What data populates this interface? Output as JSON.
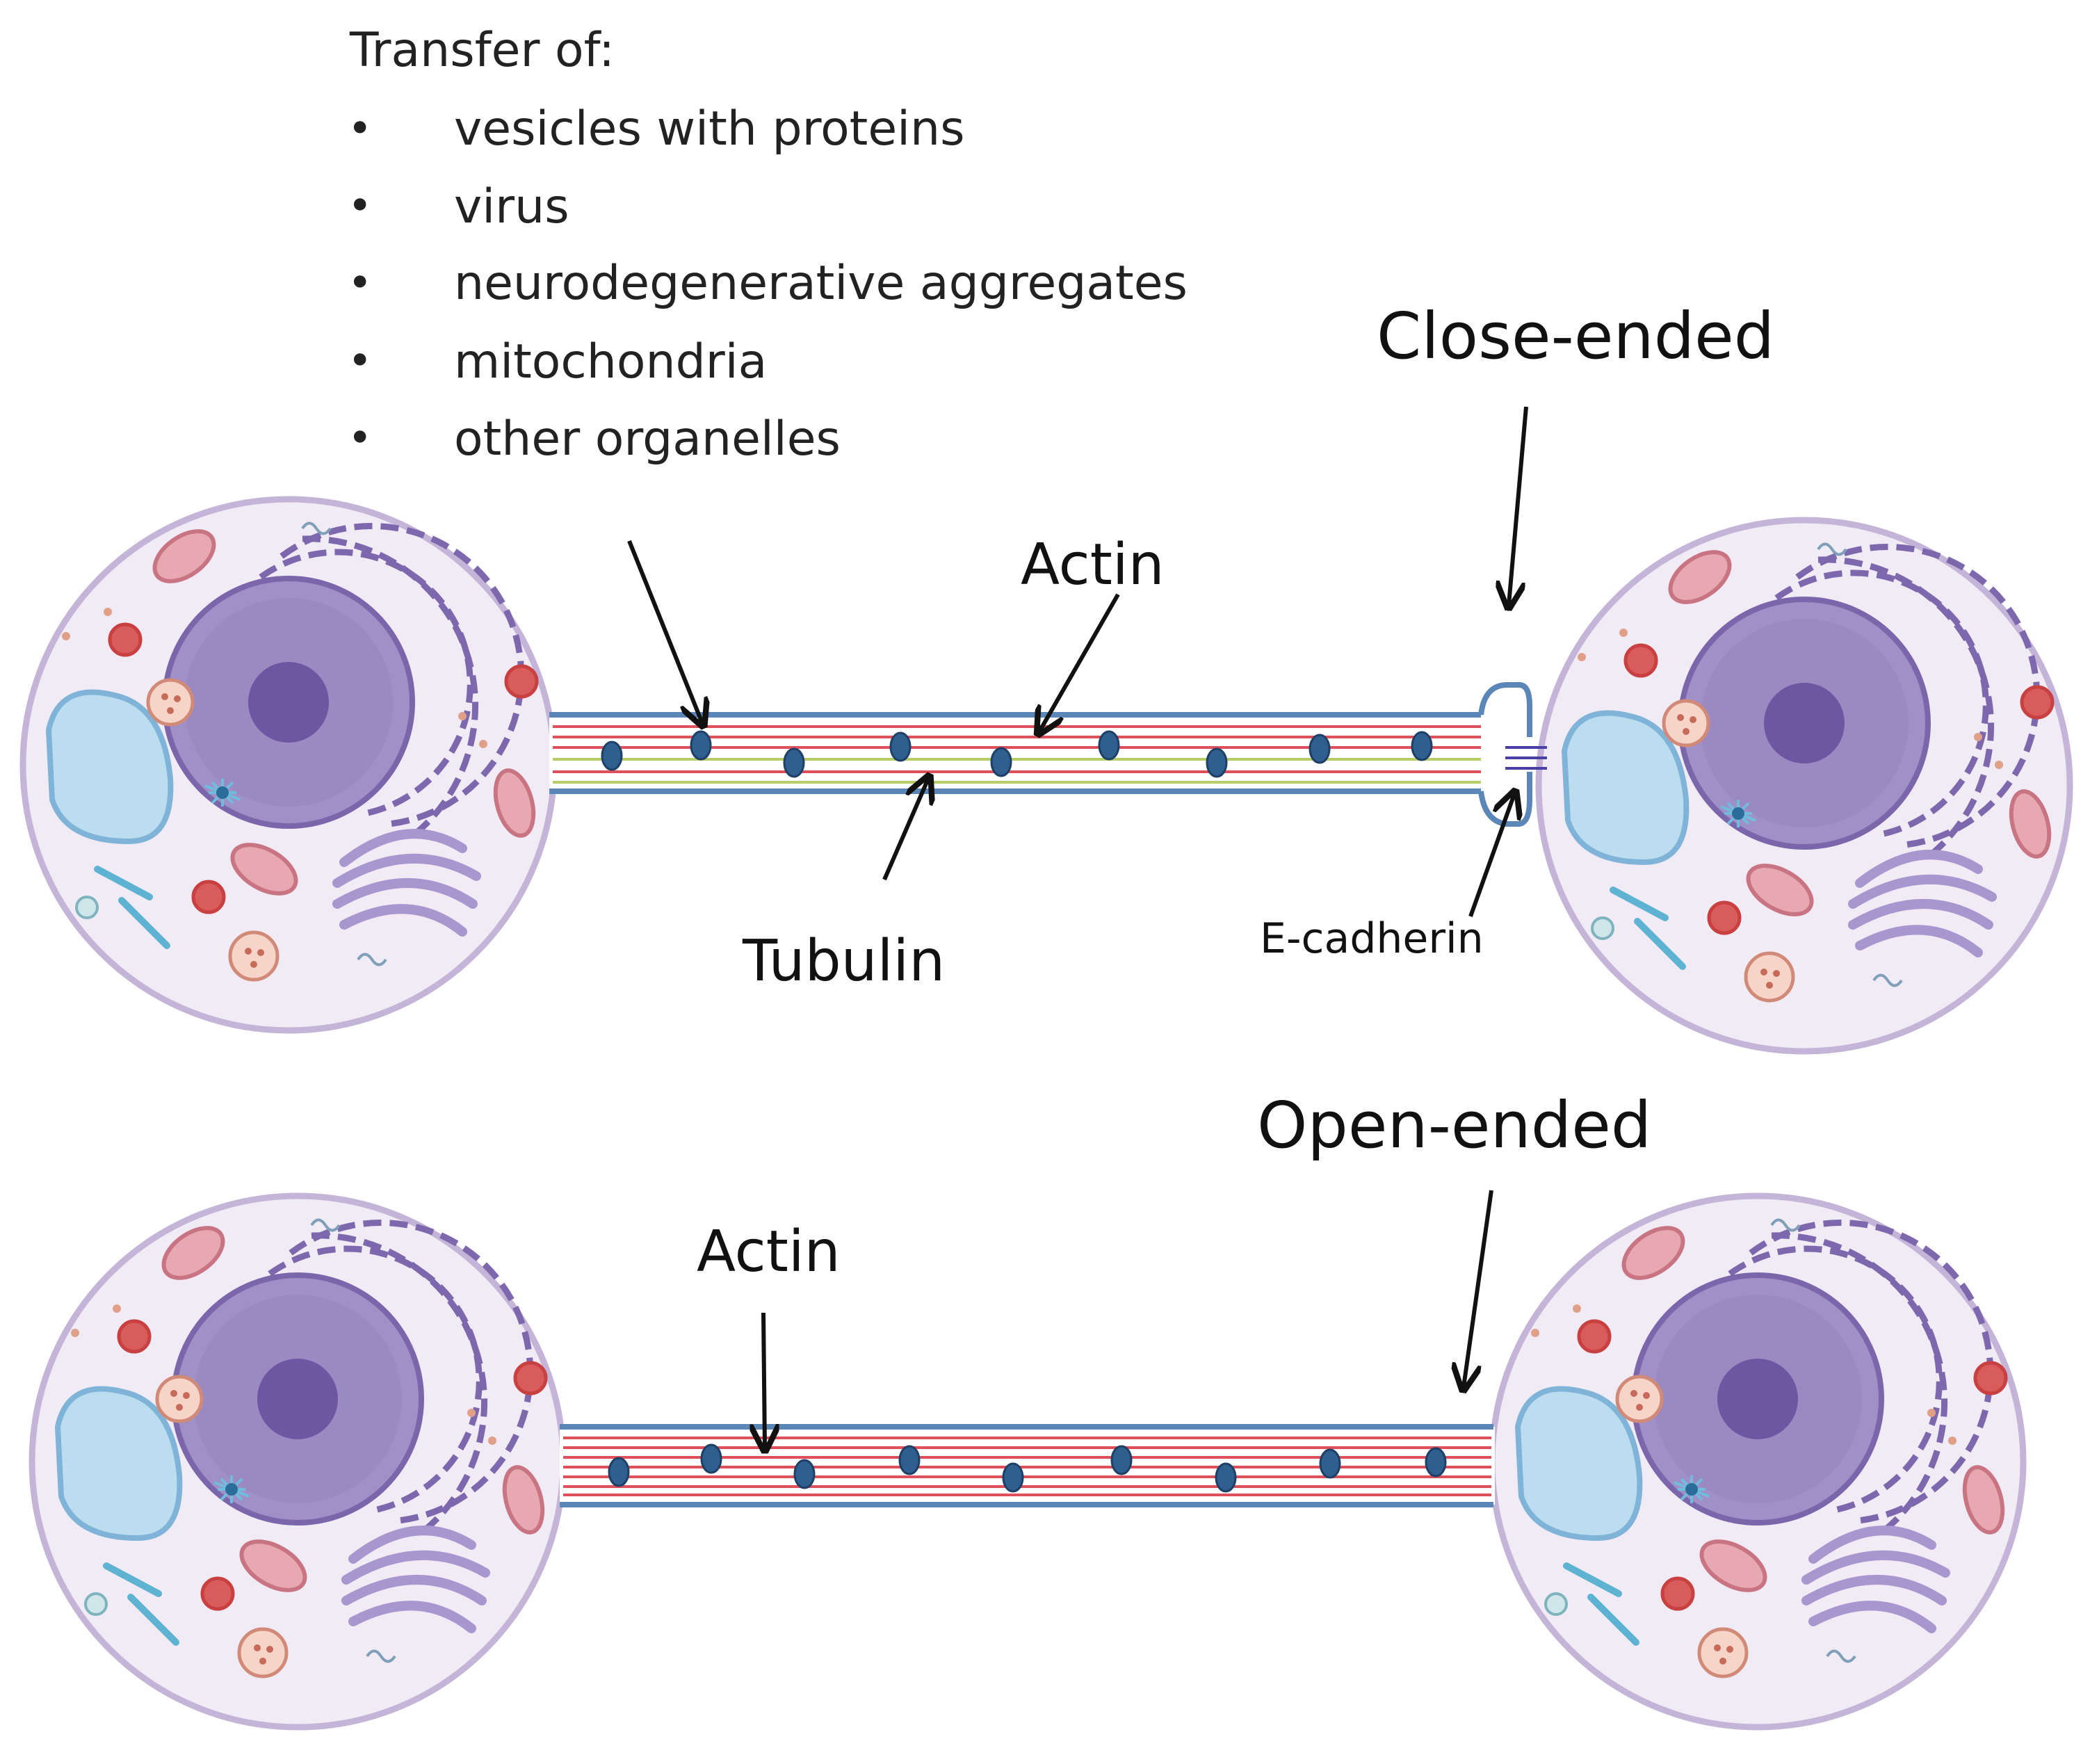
{
  "transfer": {
    "heading": "Transfer of:",
    "bullet": "•",
    "items": [
      "vesicles with proteins",
      "virus",
      "neurodegenerative aggregates",
      "mitochondria",
      "other organelles"
    ]
  },
  "closed_tnt": {
    "title": "Close-ended",
    "actin_label": "Actin",
    "tubulin_label": "Tubulin",
    "cadherin_label": "E-cadherin"
  },
  "open_tnt": {
    "title": "Open-ended",
    "actin_label": "Actin"
  },
  "colors": {
    "membrane": "#5b86b8",
    "actin": "#e0505a",
    "tubulin": "#b8cc6a",
    "vesicle": "#2f5f8f",
    "cell_fill": "#f1ebf6",
    "cell_border": "#c2b2d6",
    "nucleus": "#8f7ab8",
    "arrow": "#111111"
  }
}
